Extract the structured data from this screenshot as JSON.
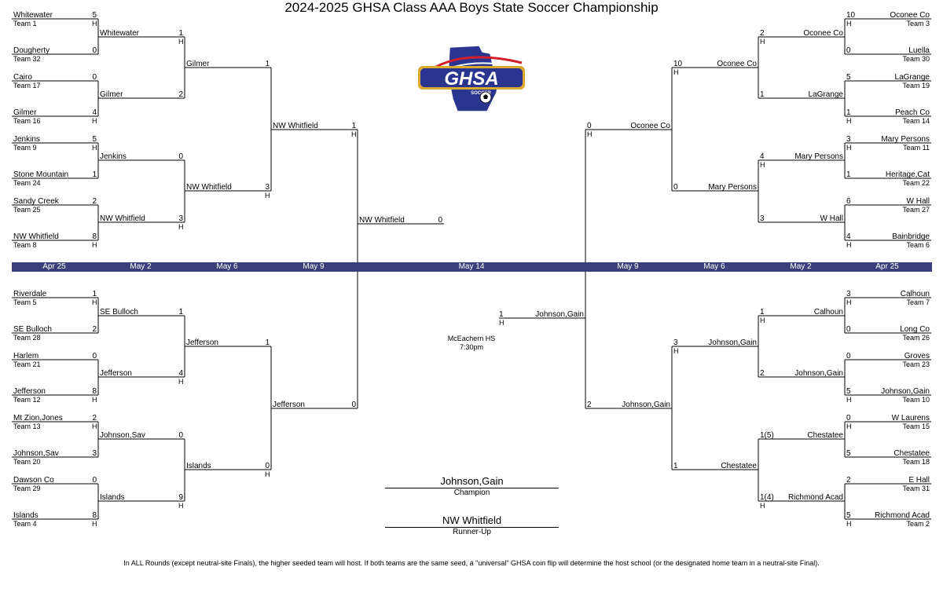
{
  "title": "2024-2025 GHSA Class AAA Boys State Soccer Championship",
  "colors": {
    "date_bar": "#3c3f7a",
    "logo_blue": "#2a3590",
    "logo_red": "#d11f2b",
    "logo_gold": "#d8a92b"
  },
  "logo": {
    "text": "GHSA",
    "subtext": "SOCCER",
    "icon": "ghsa-soccer-logo"
  },
  "dates": [
    "Apr 25",
    "May 2",
    "May 6",
    "May 9",
    "May 14",
    "May 9",
    "May 6",
    "May 2",
    "Apr 25"
  ],
  "venue": {
    "name": "McEachern HS",
    "time": "7:30pm"
  },
  "champion": {
    "name": "Johnson,Gain",
    "label": "Champion"
  },
  "runner_up": {
    "name": "NW Whitfield",
    "label": "Runner-Up"
  },
  "footnote": "In ALL Rounds (except neutral-site Finals), the higher seeded team will host. If both teams are the same seed, a \"universal\" GHSA coin flip will determine the host school (or the designated home team in a neutral-site Final).",
  "host_mark": "H",
  "left_top": {
    "r1": [
      {
        "name": "Whitewater",
        "seed": "Team 1",
        "score": "5",
        "host": true
      },
      {
        "name": "Dougherty",
        "seed": "Team 32",
        "score": "0",
        "host": false
      },
      {
        "name": "Cairo",
        "seed": "Team 17",
        "score": "0",
        "host": false
      },
      {
        "name": "Gilmer",
        "seed": "Team 16",
        "score": "4",
        "host": true
      },
      {
        "name": "Jenkins",
        "seed": "Team 9",
        "score": "5",
        "host": true
      },
      {
        "name": "Stone Mountain",
        "seed": "Team 24",
        "score": "1",
        "host": false
      },
      {
        "name": "Sandy Creek",
        "seed": "Team 25",
        "score": "2",
        "host": false
      },
      {
        "name": "NW Whitfield",
        "seed": "Team 8",
        "score": "8",
        "host": true
      }
    ],
    "r2": [
      {
        "name": "Whitewater",
        "score": "1",
        "host": true
      },
      {
        "name": "Gilmer",
        "score": "2",
        "host": false
      },
      {
        "name": "Jenkins",
        "score": "0",
        "host": false
      },
      {
        "name": "NW Whitfield",
        "score": "3",
        "host": true
      }
    ],
    "r3": [
      {
        "name": "Gilmer",
        "score": "1",
        "host": false
      },
      {
        "name": "NW Whitfield",
        "score": "3",
        "host": true
      }
    ],
    "r4": {
      "name": "NW Whitfield",
      "score": "1",
      "host": true
    }
  },
  "left_bottom": {
    "r1": [
      {
        "name": "Riverdale",
        "seed": "Team 5",
        "score": "1",
        "host": true
      },
      {
        "name": "SE Bulloch",
        "seed": "Team 28",
        "score": "2",
        "host": false
      },
      {
        "name": "Harlem",
        "seed": "Team 21",
        "score": "0",
        "host": false
      },
      {
        "name": "Jefferson",
        "seed": "Team 12",
        "score": "8",
        "host": true
      },
      {
        "name": "Mt Zion,Jones",
        "seed": "Team 13",
        "score": "2",
        "host": true
      },
      {
        "name": "Johnson,Sav",
        "seed": "Team 20",
        "score": "3",
        "host": false
      },
      {
        "name": "Dawson Co",
        "seed": "Team 29",
        "score": "0",
        "host": false
      },
      {
        "name": "Islands",
        "seed": "Team 4",
        "score": "8",
        "host": true
      }
    ],
    "r2": [
      {
        "name": "SE Bulloch",
        "score": "1",
        "host": false
      },
      {
        "name": "Jefferson",
        "score": "4",
        "host": true
      },
      {
        "name": "Johnson,Sav",
        "score": "0",
        "host": false
      },
      {
        "name": "Islands",
        "score": "9",
        "host": true
      }
    ],
    "r3": [
      {
        "name": "Jefferson",
        "score": "1",
        "host": false
      },
      {
        "name": "Islands",
        "score": "0",
        "host": true
      }
    ],
    "r4": {
      "name": "Jefferson",
      "score": "0",
      "host": false
    }
  },
  "right_top": {
    "r1": [
      {
        "name": "Oconee Co",
        "seed": "Team 3",
        "score": "10",
        "host": true
      },
      {
        "name": "Luella",
        "seed": "Team 30",
        "score": "0",
        "host": false
      },
      {
        "name": "LaGrange",
        "seed": "Team 19",
        "score": "5",
        "host": false
      },
      {
        "name": "Peach Co",
        "seed": "Team 14",
        "score": "1",
        "host": true
      },
      {
        "name": "Mary Persons",
        "seed": "Team 11",
        "score": "3",
        "host": true
      },
      {
        "name": "Heritage,Cat",
        "seed": "Team 22",
        "score": "1",
        "host": false
      },
      {
        "name": "W Hall",
        "seed": "Team 27",
        "score": "6",
        "host": false
      },
      {
        "name": "Bainbridge",
        "seed": "Team 6",
        "score": "4",
        "host": true
      }
    ],
    "r2": [
      {
        "name": "Oconee Co",
        "score": "2",
        "host": true
      },
      {
        "name": "LaGrange",
        "score": "1",
        "host": false
      },
      {
        "name": "Mary Persons",
        "score": "4",
        "host": true
      },
      {
        "name": "W Hall",
        "score": "3",
        "host": false
      }
    ],
    "r3": [
      {
        "name": "Oconee Co",
        "score": "10",
        "host": true
      },
      {
        "name": "Mary Persons",
        "score": "0",
        "host": false
      }
    ],
    "r4": {
      "name": "Oconee Co",
      "score": "0",
      "host": true
    }
  },
  "right_bottom": {
    "r1": [
      {
        "name": "Calhoun",
        "seed": "Team 7",
        "score": "3",
        "host": true
      },
      {
        "name": "Long Co",
        "seed": "Team 26",
        "score": "0",
        "host": false
      },
      {
        "name": "Groves",
        "seed": "Team 23",
        "score": "0",
        "host": false
      },
      {
        "name": "Johnson,Gain",
        "seed": "Team 10",
        "score": "5",
        "host": true
      },
      {
        "name": "W Laurens",
        "seed": "Team 15",
        "score": "0",
        "host": true
      },
      {
        "name": "Chestatee",
        "seed": "Team 18",
        "score": "5",
        "host": false
      },
      {
        "name": "E Hall",
        "seed": "Team 31",
        "score": "2",
        "host": false
      },
      {
        "name": "Richmond Acad",
        "seed": "Team 2",
        "score": "5",
        "host": true
      }
    ],
    "r2": [
      {
        "name": "Calhoun",
        "score": "1",
        "host": true
      },
      {
        "name": "Johnson,Gain",
        "score": "2",
        "host": false
      },
      {
        "name": "Chestatee",
        "score": "1(5)",
        "host": false
      },
      {
        "name": "Richmond Acad",
        "score": "1(4)",
        "host": true
      }
    ],
    "r3": [
      {
        "name": "Johnson,Gain",
        "score": "3",
        "host": true
      },
      {
        "name": "Chestatee",
        "score": "1",
        "host": false
      }
    ],
    "r4": {
      "name": "Johnson,Gain",
      "score": "2",
      "host": false
    }
  },
  "final": {
    "left": {
      "name": "NW Whitfield",
      "score": "0"
    },
    "right": {
      "name": "Johnson,Gain",
      "score": "1",
      "host": true
    }
  }
}
